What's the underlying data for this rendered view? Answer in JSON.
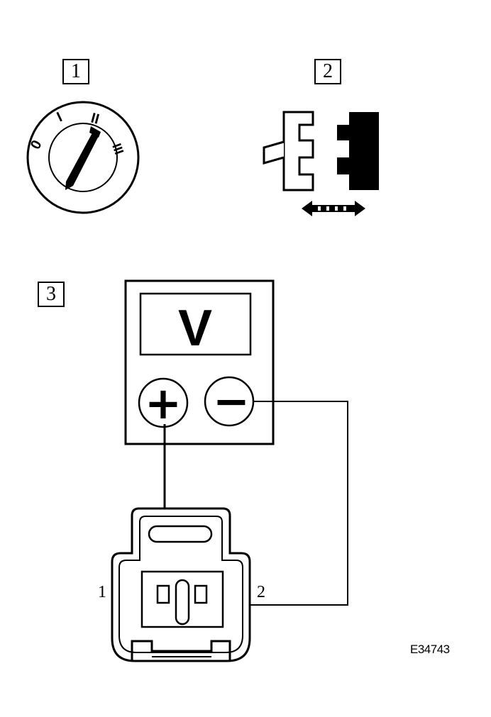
{
  "steps": [
    {
      "label": "1"
    },
    {
      "label": "2"
    },
    {
      "label": "3"
    }
  ],
  "ignition_switch": {
    "positions": [
      "0",
      "I",
      "II",
      "III"
    ]
  },
  "voltmeter": {
    "display": "V",
    "positive_terminal": "+",
    "negative_terminal": "−"
  },
  "connector": {
    "pin_left": "1",
    "pin_right": "2"
  },
  "figure_code": "E34743"
}
